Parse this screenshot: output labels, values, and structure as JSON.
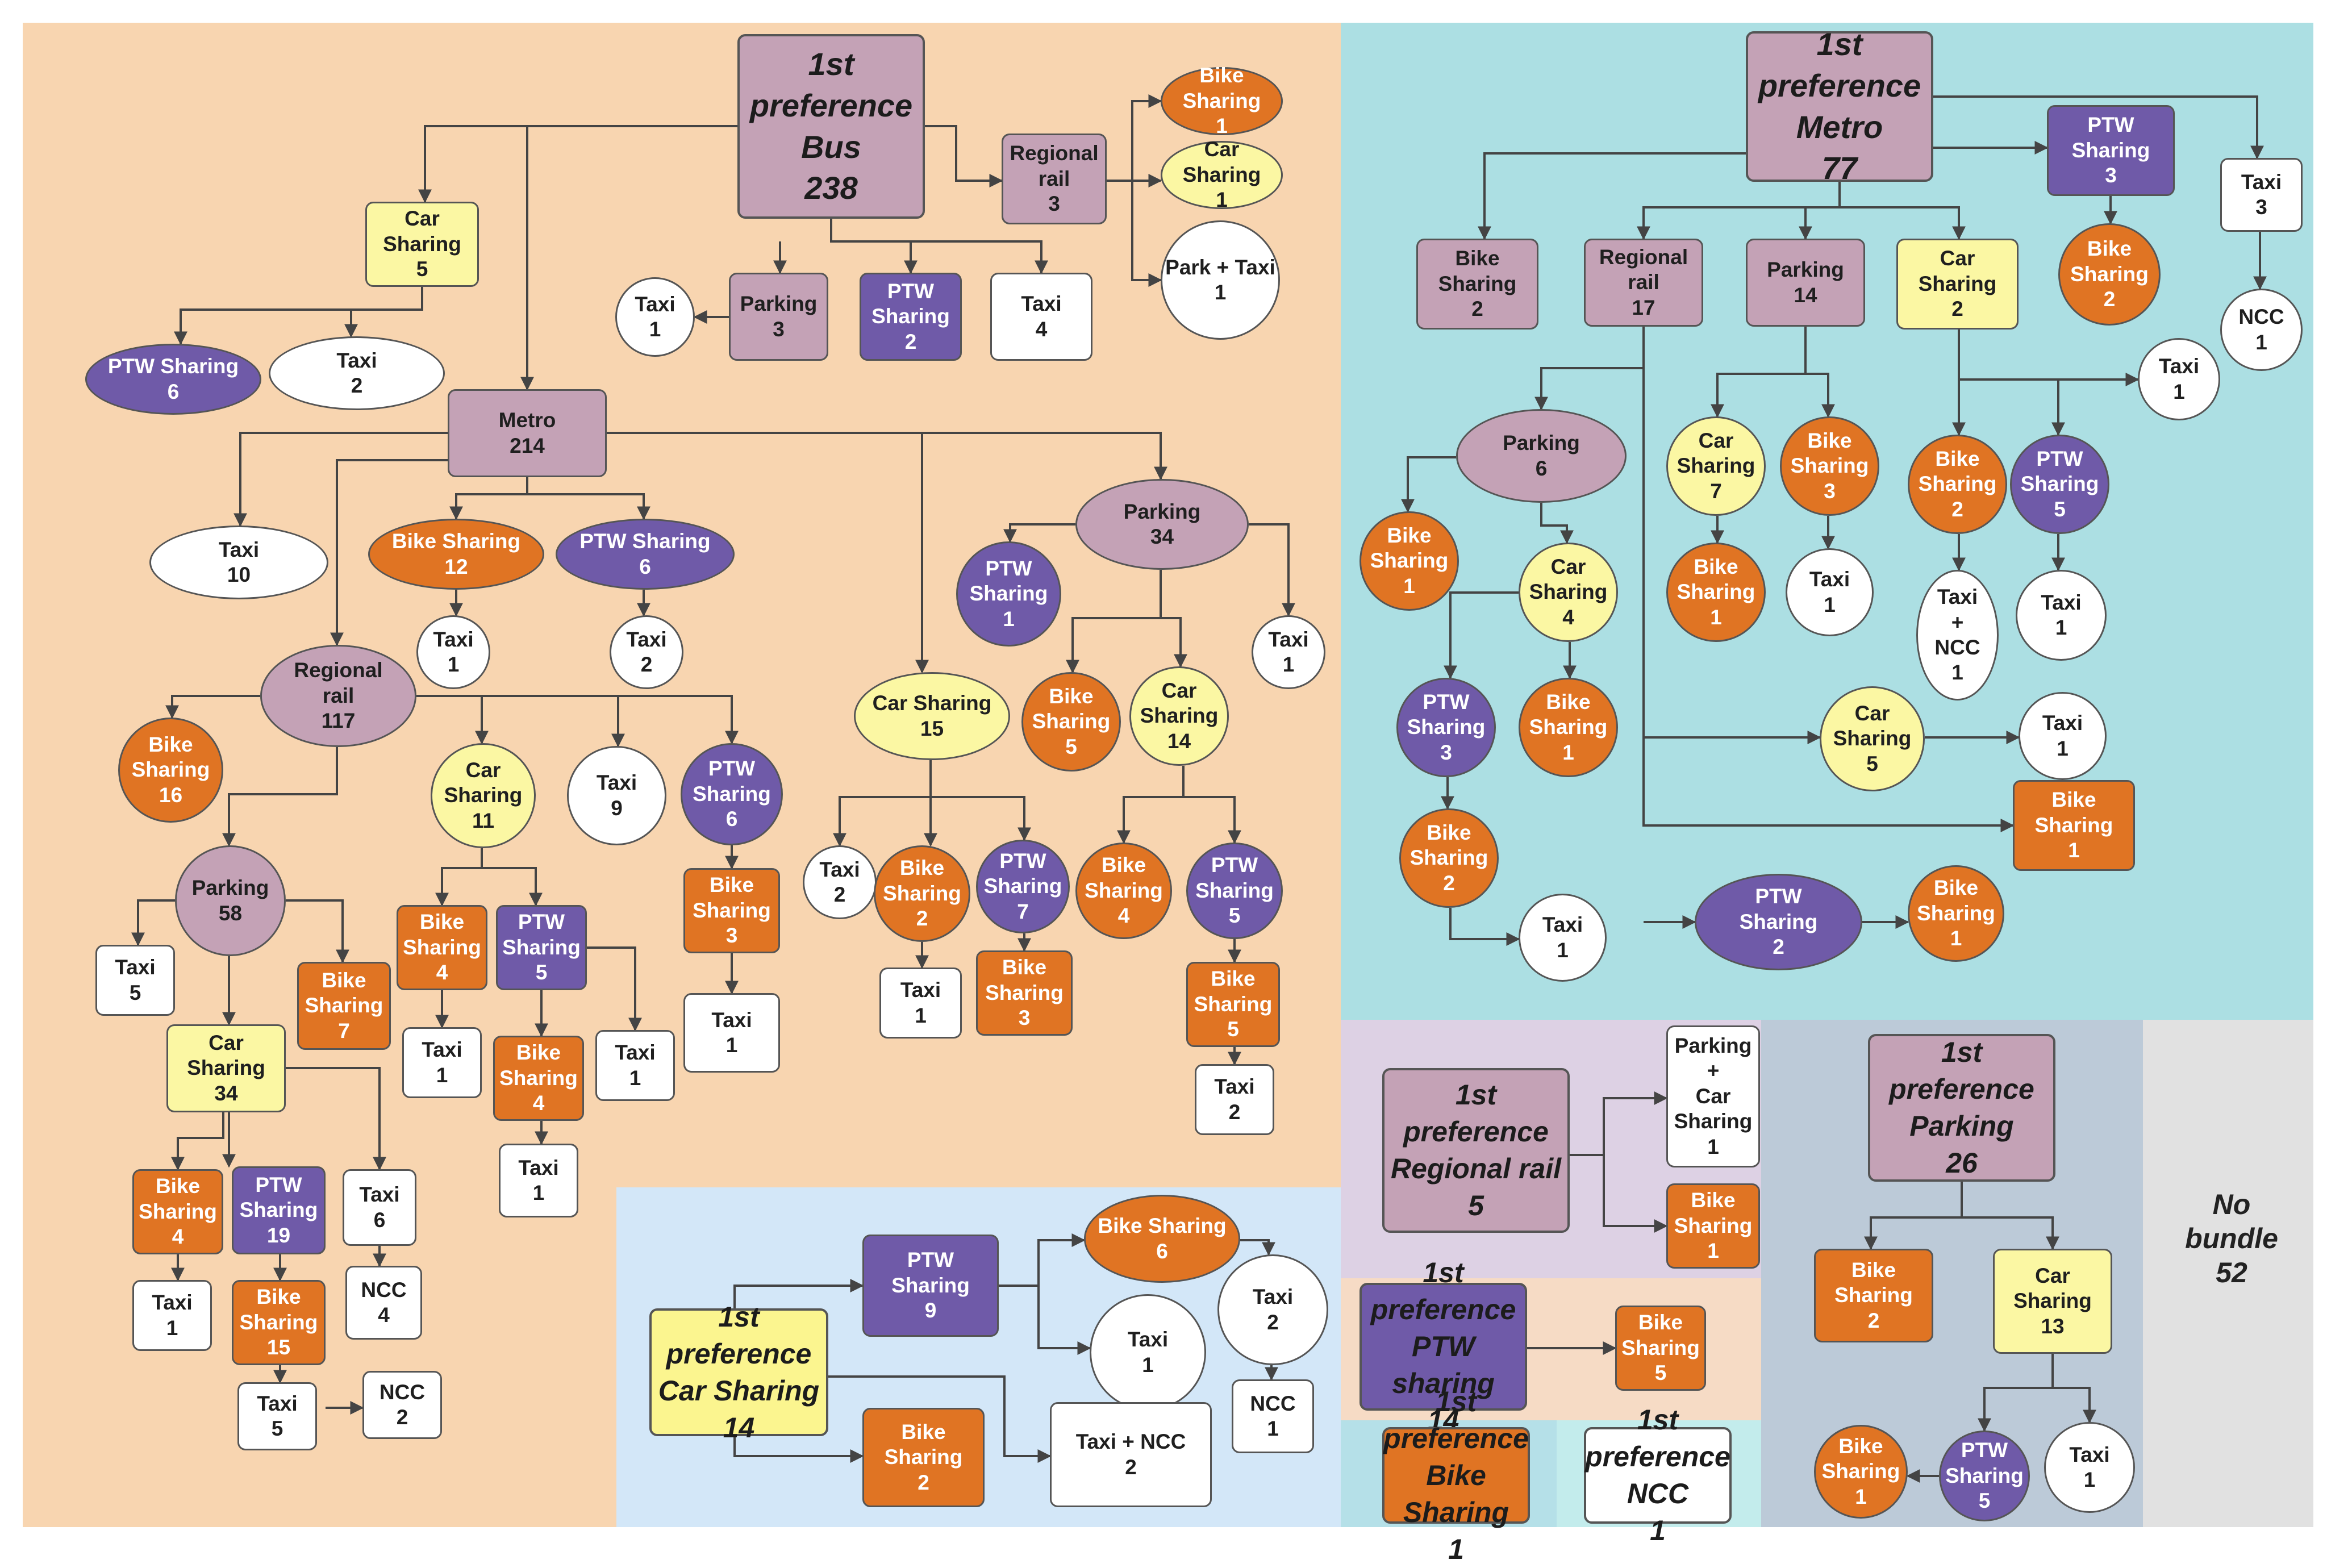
{
  "colors": {
    "panel_bus": "#f8d5b0",
    "panel_metro": "#acdfe3",
    "panel_carsharing": "#d3e7f8",
    "panel_regional": "#ddd1e4",
    "panel_ptw": "#f6dbc5",
    "panel_bike": "#b5e0e8",
    "panel_ncc": "#c3ecec",
    "panel_parking": "#bccad8",
    "panel_nobundle": "#e1e1e1",
    "mauve": "#c4a2b6",
    "purple": "#6f5aa8",
    "orange": "#e07423",
    "yellow": "#fbf7a3",
    "white": "#ffffff",
    "edge": "#444444"
  },
  "nodes": {
    "bus": {
      "label": "1st preference\nBus\n238"
    },
    "bus_car_sharing": {
      "label": "Car Sharing\n5"
    },
    "bus_cs_ptw": {
      "label": "PTW Sharing\n6"
    },
    "bus_cs_taxi": {
      "label": "Taxi\n2"
    },
    "bus_regional": {
      "label": "Regional\nrail\n3"
    },
    "bus_rr_bike": {
      "label": "Bike  Sharing\n1"
    },
    "bus_rr_car": {
      "label": "Car  Sharing\n1"
    },
    "bus_rr_parktaxi": {
      "label": "Park + Taxi\n1"
    },
    "bus_parking": {
      "label": "Parking\n3"
    },
    "bus_parking_taxi": {
      "label": "Taxi\n1"
    },
    "bus_ptw": {
      "label": "PTW\nSharing\n2"
    },
    "bus_taxi": {
      "label": "Taxi\n4"
    },
    "bus_metro": {
      "label": "Metro\n214"
    },
    "bm_taxi": {
      "label": "Taxi\n10"
    },
    "bm_bike": {
      "label": "Bike  Sharing\n12"
    },
    "bm_bike_taxi": {
      "label": "Taxi\n1"
    },
    "bm_ptw": {
      "label": "PTW Sharing\n6"
    },
    "bm_ptw_taxi": {
      "label": "Taxi\n2"
    },
    "bm_regional": {
      "label": "Regional\nrail\n117"
    },
    "bmr_bike": {
      "label": "Bike\nSharing\n16"
    },
    "bmr_car": {
      "label": "Car\nSharing\n11"
    },
    "bmr_taxi": {
      "label": "Taxi\n9"
    },
    "bmr_ptw": {
      "label": "PTW\nSharing\n6"
    },
    "bmr_ptw_bike": {
      "label": "Bike\nSharing\n3"
    },
    "bmr_ptw_bike_taxi": {
      "label": "Taxi\n1"
    },
    "bmrc_bike": {
      "label": "Bike\nSharing\n4"
    },
    "bmrc_bike_taxi": {
      "label": "Taxi\n1"
    },
    "bmrc_ptw": {
      "label": "PTW\nSharing\n5"
    },
    "bmrc_ptw_bike": {
      "label": "Bike\nSharing\n4"
    },
    "bmrc_ptw_bike_taxi": {
      "label": "Taxi\n1"
    },
    "bmrc_ptw_taxi": {
      "label": "Taxi\n1"
    },
    "bmr_parking": {
      "label": "Parking\n58"
    },
    "bmrp_taxi": {
      "label": "Taxi\n5"
    },
    "bmrp_bike": {
      "label": "Bike\nSharing\n7"
    },
    "bmrp_car": {
      "label": "Car Sharing\n34"
    },
    "bmrpc_bike": {
      "label": "Bike\nSharing\n4"
    },
    "bmrpc_bike_taxi": {
      "label": "Taxi\n1"
    },
    "bmrpc_ptw": {
      "label": "PTW\nSharing\n19"
    },
    "bmrpc_ptw_bike": {
      "label": "Bike\nSharing\n15"
    },
    "bmrpc_ptw_bike_taxi": {
      "label": "Taxi\n5"
    },
    "bmrpc_ptw_bike_ncc": {
      "label": "NCC\n2"
    },
    "bmrpc_taxi": {
      "label": "Taxi\n6"
    },
    "bmrpc_taxi_ncc": {
      "label": "NCC\n4"
    },
    "bm_car": {
      "label": "Car  Sharing\n15"
    },
    "bmc_taxi": {
      "label": "Taxi\n2"
    },
    "bmc_bike": {
      "label": "Bike\nSharing\n2"
    },
    "bmc_bike_taxi": {
      "label": "Taxi\n1"
    },
    "bmc_ptw": {
      "label": "PTW\nSharing\n7"
    },
    "bmc_ptw_bike": {
      "label": "Bike\nSharing\n3"
    },
    "bm_parking": {
      "label": "Parking\n34"
    },
    "bmp_ptw": {
      "label": "PTW\nSharing\n1"
    },
    "bmp_taxi": {
      "label": "Taxi\n1"
    },
    "bmp_bike": {
      "label": "Bike\nSharing\n5"
    },
    "bmp_car": {
      "label": "Car\nSharing\n14"
    },
    "bmpc_bike": {
      "label": "Bike\nSharing\n4"
    },
    "bmpc_ptw": {
      "label": "PTW\nSharing\n5"
    },
    "bmpc_ptw_bike": {
      "label": "Bike\nSharing\n5"
    },
    "bmpc_ptw_bike_taxi": {
      "label": "Taxi\n2"
    },
    "metro": {
      "label": "1st preference\nMetro\n77"
    },
    "m_bike": {
      "label": "Bike\nSharing\n2"
    },
    "m_regional": {
      "label": "Regional\nrail\n17"
    },
    "m_parking": {
      "label": "Parking\n14"
    },
    "m_car": {
      "label": "Car  Sharing\n2"
    },
    "m_ptw": {
      "label": "PTW\nSharing\n3"
    },
    "m_ptw_bike": {
      "label": "Bike\nSharing\n2"
    },
    "m_taxi": {
      "label": "Taxi\n3"
    },
    "m_taxi_ncc": {
      "label": "NCC\n1"
    },
    "mr_parking": {
      "label": "Parking\n6"
    },
    "mrp_bike": {
      "label": "Bike\nSharing\n1"
    },
    "mrp_car": {
      "label": "Car\nSharing\n4"
    },
    "mrpc_ptw": {
      "label": "PTW\nSharing\n3"
    },
    "mrpc_ptw_bike": {
      "label": "Bike\nSharing\n2"
    },
    "mrpc_ptw_bike_taxi": {
      "label": "Taxi\n1"
    },
    "mrpc_bike": {
      "label": "Bike\nSharing\n1"
    },
    "mr_car": {
      "label": "Car\nSharing\n5"
    },
    "mr_car_taxi": {
      "label": "Taxi\n1"
    },
    "mr_bike": {
      "label": "Bike\nSharing\n1"
    },
    "mr_ptw": {
      "label": "PTW\nSharing\n2"
    },
    "mr_ptw_bike": {
      "label": "Bike\nSharing\n1"
    },
    "mp_car": {
      "label": "Car\nSharing\n7"
    },
    "mp_car_bike": {
      "label": "Bike\nSharing\n1"
    },
    "mp_bike": {
      "label": "Bike\nSharing\n3"
    },
    "mp_bike_taxi": {
      "label": "Taxi\n1"
    },
    "mc_taxi": {
      "label": "Taxi\n1"
    },
    "mc_bike": {
      "label": "Bike\nSharing\n2"
    },
    "mc_bike_taxincc": {
      "label": "Taxi\n+\nNCC\n1"
    },
    "mc_ptw": {
      "label": "PTW\nSharing\n5"
    },
    "mc_ptw_taxi": {
      "label": "Taxi\n1"
    },
    "car": {
      "label": "1st preference\nCar Sharing\n14"
    },
    "c_ptw": {
      "label": "PTW Sharing\n9"
    },
    "c_ptw_bike": {
      "label": "Bike  Sharing\n6"
    },
    "c_ptw_bike_taxi": {
      "label": "Taxi\n2"
    },
    "c_ptw_bike_taxi_ncc": {
      "label": "NCC\n1"
    },
    "c_ptw_taxi": {
      "label": "Taxi\n1"
    },
    "c_bike": {
      "label": "Bike\nSharing\n2"
    },
    "c_taxincc": {
      "label": "Taxi + NCC\n2"
    },
    "rr": {
      "label": "1st preference\nRegional rail\n5"
    },
    "rr_parkcar": {
      "label": "Parking\n+\nCar\nSharing\n1"
    },
    "rr_bike": {
      "label": "Bike\nSharing\n1"
    },
    "ptw": {
      "label": "1st preference\nPTW sharing\n14"
    },
    "ptw_bike": {
      "label": "Bike\nSharing\n5"
    },
    "bike": {
      "label": "1st preference\nBike Sharing\n1"
    },
    "ncc": {
      "label": "1st preference\nNCC\n1"
    },
    "parking": {
      "label": "1st preference\nParking\n26"
    },
    "p_bike": {
      "label": "Bike\nSharing\n2"
    },
    "p_car": {
      "label": "Car\nSharing\n13"
    },
    "pc_ptw": {
      "label": "PTW\nSharing\n5"
    },
    "pc_ptw_bike": {
      "label": "Bike\nSharing\n1"
    },
    "pc_taxi": {
      "label": "Taxi\n1"
    },
    "nobundle": {
      "label": "No\nbundle\n52"
    }
  }
}
